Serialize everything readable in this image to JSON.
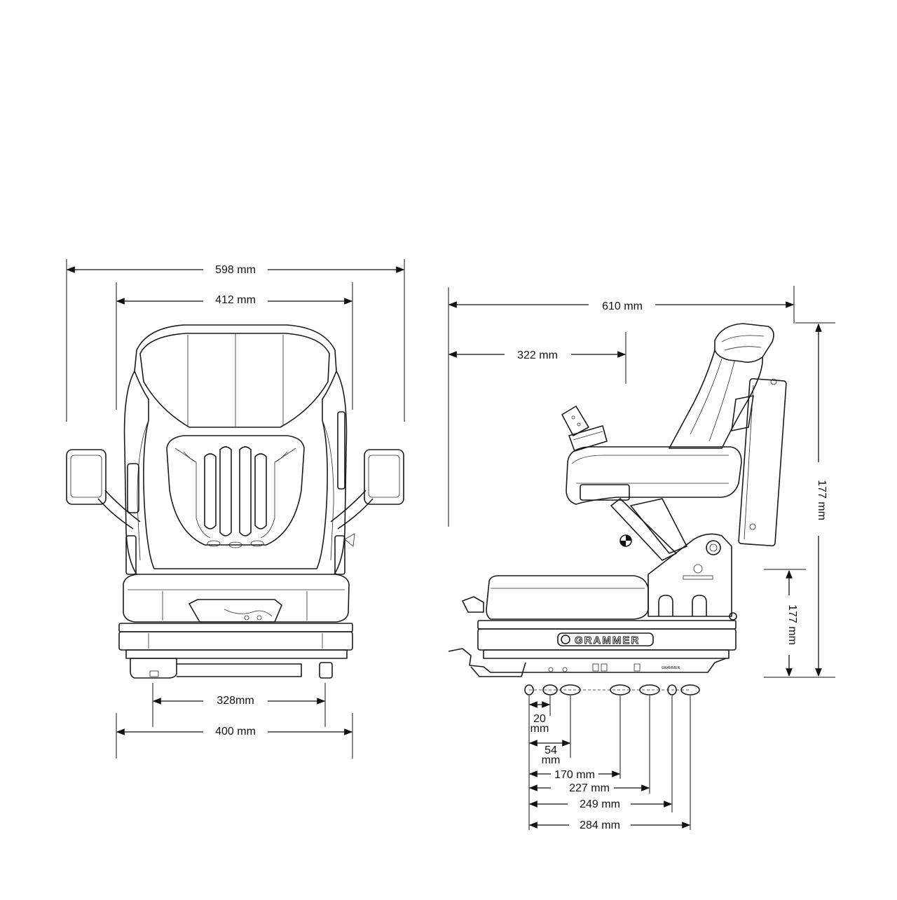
{
  "dimensions": {
    "front": {
      "overall_width": "598 mm",
      "backrest_width": "412 mm",
      "rail_spacing": "328mm",
      "base_width": "400 mm"
    },
    "side": {
      "overall_depth": "610 mm",
      "seat_reference": "322 mm",
      "total_height": "177 mm",
      "base_height": "177 mm",
      "hole_positions": [
        {
          "label": "20",
          "unit": "mm"
        },
        {
          "label": "54",
          "unit": "mm"
        },
        {
          "label": "170 mm"
        },
        {
          "label": "227 mm"
        },
        {
          "label": "249 mm"
        },
        {
          "label": "284 mm"
        }
      ]
    }
  },
  "brand": {
    "name": "GRAMMER",
    "small_label": "GRAMMER"
  }
}
